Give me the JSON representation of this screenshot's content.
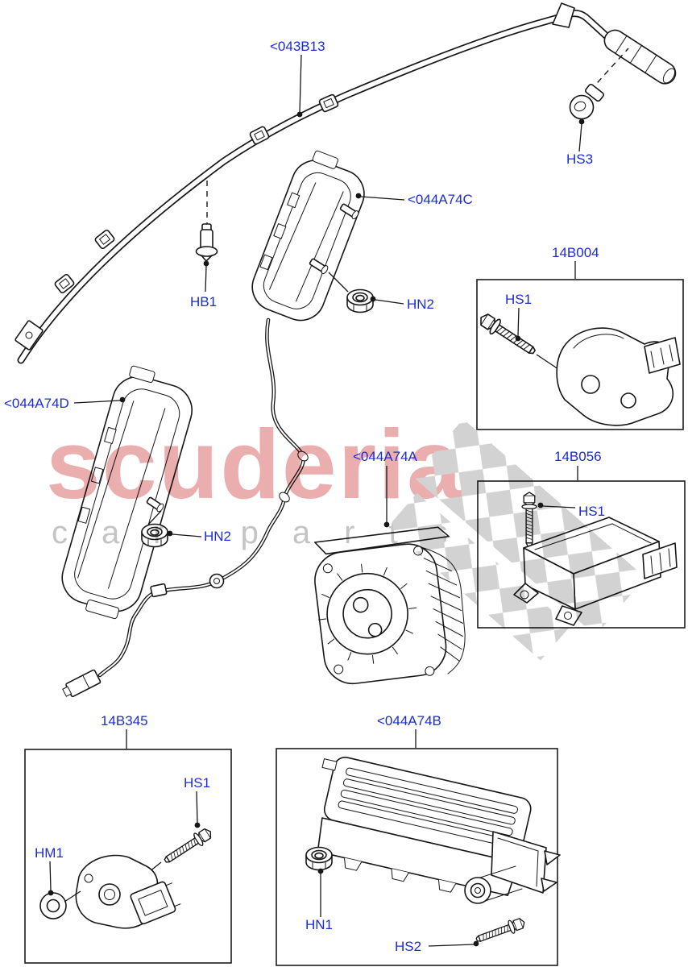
{
  "watermark": {
    "brand": "scuderia",
    "subtext": "car parts"
  },
  "colors": {
    "label_blue": "#1c2bd8",
    "watermark_red": "#d04848",
    "watermark_gray": "#7a7a7a",
    "checker_gray": "#9a9a9a",
    "line_black": "#161616"
  },
  "labels": {
    "curtain_airbag": "<043B13",
    "screw_hs3": "HS3",
    "side_airbag_c": "<044A74C",
    "bolt_hb1": "HB1",
    "nut_hn2_upper": "HN2",
    "box_14b004": "14B004",
    "bolt_hs1_14b004": "HS1",
    "side_airbag_d": "<044A74D",
    "nut_hn2_lower": "HN2",
    "driver_airbag_a": "<044A74A",
    "box_14b056": "14B056",
    "bolt_hs1_14b056": "HS1",
    "box_14b345": "14B345",
    "bolt_hs1_14b345": "HS1",
    "washer_hm1": "HM1",
    "passenger_airbag_b": "<044A74B",
    "nut_hn1": "HN1",
    "bolt_hs2": "HS2"
  }
}
